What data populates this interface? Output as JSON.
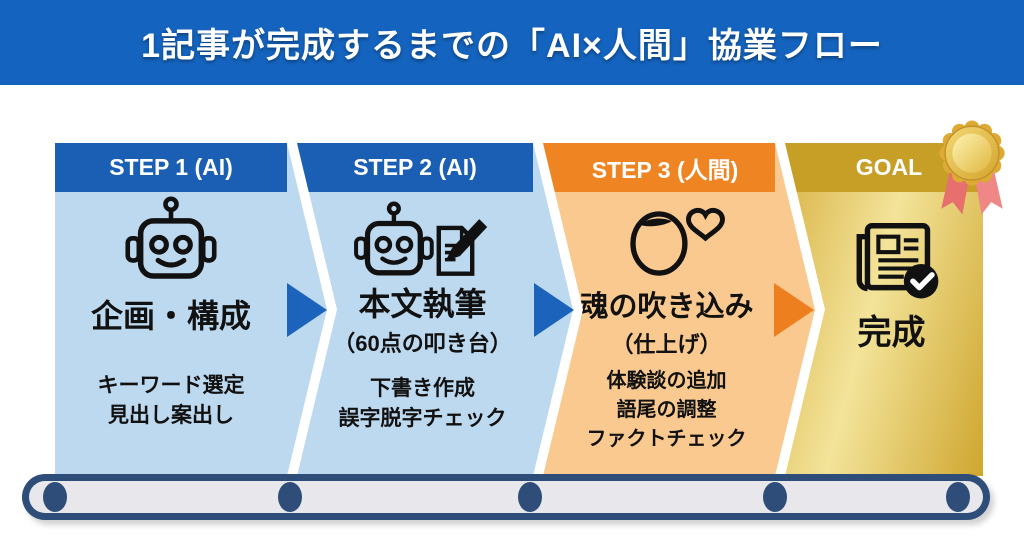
{
  "banner": {
    "title": "1記事が完成するまでの「AI×人間」協業フロー"
  },
  "steps": [
    {
      "header": "STEP 1 (AI)",
      "icon": "robot-icon",
      "title": "企画・構成",
      "details": [
        "キーワード選定",
        "見出し案出し"
      ]
    },
    {
      "header": "STEP 2 (AI)",
      "icon": "robot-writing-icon",
      "title": "本文執筆",
      "subtitle": "（60点の叩き台）",
      "details": [
        "下書き作成",
        "誤字脱字チェック"
      ]
    },
    {
      "header": "STEP 3 (人間)",
      "icon": "person-heart-icon",
      "title": "魂の吹き込み",
      "subtitle": "（仕上げ）",
      "details": [
        "体験談の追加",
        "語尾の調整",
        "ファクトチェック"
      ]
    },
    {
      "header": "GOAL",
      "icon": "completed-article-icon",
      "title": "完成"
    }
  ],
  "decorations": {
    "medal_icon": "award-medal-icon",
    "conveyor": "conveyor-belt",
    "roller_count": 5
  },
  "colors": {
    "banner_bg": "#1463be",
    "step_header_blue": "#1a5fb4",
    "step_body_blue": "#bdd9f0",
    "step_header_orange": "#ee8522",
    "step_body_orange": "#f9c990",
    "goal_header_gold": "#c79e26",
    "goal_body_gold": "#e7cc6d",
    "arrow_blue": "#1b63bb",
    "arrow_orange": "#ee7f1e",
    "belt_navy": "#2e4d78",
    "belt_track": "#e8e8ec",
    "ribbon_red": "#e76f6e"
  }
}
